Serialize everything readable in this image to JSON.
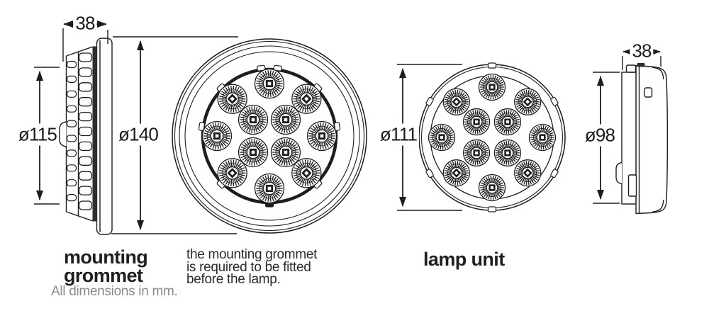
{
  "dimensions": {
    "grommet_depth": "38",
    "grommet_outer_diameter": "ø115",
    "grommet_flange_diameter": "ø140",
    "lamp_face_diameter": "ø111",
    "lamp_body_diameter": "ø98",
    "lamp_depth": "38"
  },
  "labels": {
    "grommet_title_lines": [
      "mounting",
      "grommet"
    ],
    "units_note": "All dimensions in mm.",
    "fitting_note_lines": [
      "the mounting grommet",
      "is required to be fitted",
      "before the lamp."
    ],
    "lamp_title": "lamp unit"
  },
  "colors": {
    "line": "#1d1d1d",
    "text": "#1f1f1f",
    "muted": "#8a8a8a",
    "background": "#ffffff"
  }
}
